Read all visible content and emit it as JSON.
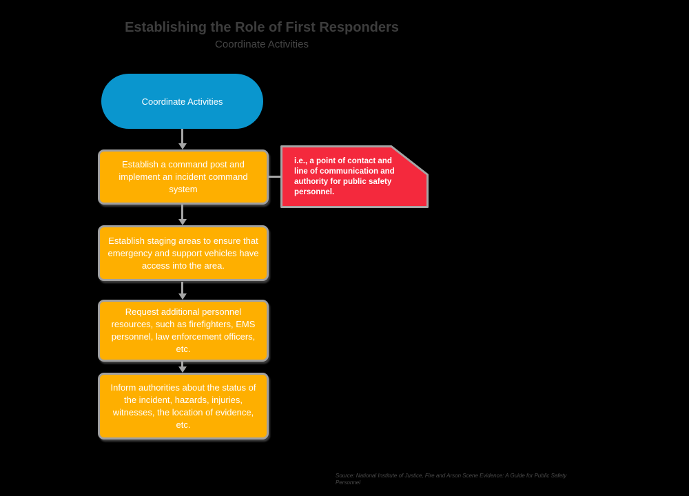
{
  "page": {
    "background_color": "#000000"
  },
  "header": {
    "title": "Establishing the Role of First Responders",
    "subtitle": "Coordinate Activities",
    "title_color": "#3d3d3d"
  },
  "flowchart": {
    "start_node": {
      "label": "Coordinate Activities",
      "shape": "stadium",
      "color": "#0a96ce",
      "text_color": "#ffffff"
    },
    "steps": [
      {
        "label": "Establish a command post and implement an incident command system",
        "shape": "rounded-rectangle",
        "color": "#feaf00",
        "text_color": "#ffffff"
      },
      {
        "label": "Establish staging areas to ensure that emergency and support vehicles have access into the area.",
        "shape": "rounded-rectangle",
        "color": "#feaf00",
        "text_color": "#ffffff"
      },
      {
        "label": "Request additional personnel resources, such as firefighters, EMS personnel, law enforcement officers, etc.",
        "shape": "rounded-rectangle",
        "color": "#feaf00",
        "text_color": "#ffffff"
      },
      {
        "label": "Inform authorities about the status of the incident, hazards, injuries, witnesses, the location of evidence, etc.",
        "shape": "rounded-rectangle",
        "color": "#feaf00",
        "text_color": "#ffffff"
      }
    ],
    "note": {
      "label": "i.e., a point of contact and line of communication and authority for public safety personnel.",
      "shape": "folded-corner-note",
      "color": "#f4293d",
      "text_color": "#ffffff",
      "attached_to_step": 1
    },
    "connector_color": "#a6a6a6",
    "border_color": "#a0a0a0"
  },
  "footer": {
    "source": "Source:  National Institute of Justice, Fire and Arson Scene Evidence: A Guide for Public Safety Personnel",
    "source_color": "#4a4a4a"
  }
}
